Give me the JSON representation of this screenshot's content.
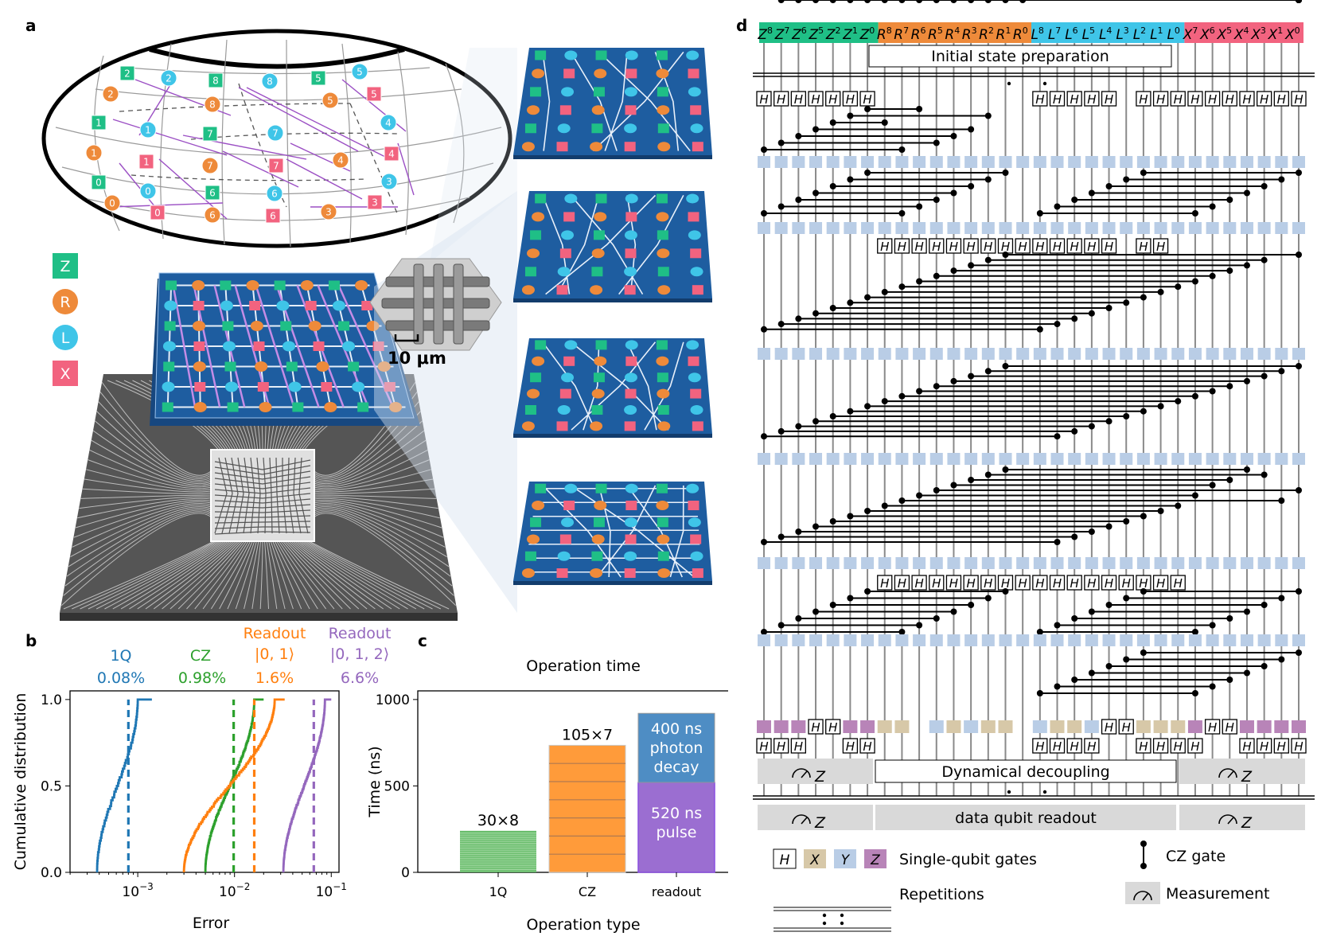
{
  "panels": {
    "a": "a",
    "b": "b",
    "c": "c",
    "d": "d"
  },
  "colors": {
    "Z": "#1fbf86",
    "R": "#ee8a3a",
    "L": "#3fc5e8",
    "X": "#f2637f",
    "chip_blue": "#1e5da0",
    "chip_purple": "#c48ce6",
    "gray_chip": "#5b5b5b",
    "cz_green": "#2ca02c",
    "cz_orange": "#ff8c1a",
    "c_purple": "#9b6ed1",
    "c_blue": "#4e8dc4",
    "b_blue": "#1f77b4",
    "b_green": "#2ca02c",
    "b_orange": "#ff7f0e",
    "b_purple": "#9467bd",
    "dd_blue": "#b9cde6",
    "gate_X": "#d7c8a8",
    "gate_Y": "#b9cde6",
    "gate_Z": "#b884b8",
    "meas_gray": "#d9d9d9"
  },
  "panel_a": {
    "legend": [
      {
        "key": "Z",
        "label": "Z",
        "shape": "square"
      },
      {
        "key": "R",
        "label": "R",
        "shape": "circle"
      },
      {
        "key": "L",
        "label": "L",
        "shape": "circle"
      },
      {
        "key": "X",
        "label": "X",
        "shape": "square"
      }
    ],
    "scale_bar": "10 μm",
    "torus_nodes": [
      {
        "t": "Z",
        "v": "2"
      },
      {
        "t": "L",
        "v": "2"
      },
      {
        "t": "Z",
        "v": "8"
      },
      {
        "t": "L",
        "v": "8"
      },
      {
        "t": "Z",
        "v": "5"
      },
      {
        "t": "L",
        "v": "5"
      },
      {
        "t": "R",
        "v": "2"
      },
      {
        "t": "R",
        "v": "8"
      },
      {
        "t": "R",
        "v": "5"
      },
      {
        "t": "X",
        "v": "5"
      },
      {
        "t": "Z",
        "v": "1"
      },
      {
        "t": "L",
        "v": "1"
      },
      {
        "t": "Z",
        "v": "7"
      },
      {
        "t": "L",
        "v": "7"
      },
      {
        "t": "L",
        "v": "4"
      },
      {
        "t": "R",
        "v": "1"
      },
      {
        "t": "X",
        "v": "1"
      },
      {
        "t": "R",
        "v": "7"
      },
      {
        "t": "X",
        "v": "7"
      },
      {
        "t": "R",
        "v": "4"
      },
      {
        "t": "X",
        "v": "4"
      },
      {
        "t": "Z",
        "v": "0"
      },
      {
        "t": "L",
        "v": "0"
      },
      {
        "t": "Z",
        "v": "6"
      },
      {
        "t": "L",
        "v": "6"
      },
      {
        "t": "L",
        "v": "3"
      },
      {
        "t": "R",
        "v": "0"
      },
      {
        "t": "X",
        "v": "0"
      },
      {
        "t": "R",
        "v": "6"
      },
      {
        "t": "X",
        "v": "6"
      },
      {
        "t": "R",
        "v": "3"
      },
      {
        "t": "X",
        "v": "3"
      }
    ]
  },
  "panel_b": {
    "ylabel": "Cumulative distribution",
    "xlabel": "Error",
    "yticks": [
      "0.0",
      "0.5",
      "1.0"
    ],
    "xticks": [
      {
        "base": "10",
        "exp": "−3"
      },
      {
        "base": "10",
        "exp": "−2"
      },
      {
        "base": "10",
        "exp": "−1"
      }
    ],
    "headers": [
      {
        "name": "1Q",
        "value": "0.08%",
        "color_key": "b_blue"
      },
      {
        "name": "CZ",
        "value": "0.98%",
        "color_key": "b_green"
      },
      {
        "name": "Readout",
        "sub": "|0, 1⟩",
        "value": "1.6%",
        "color_key": "b_orange"
      },
      {
        "name": "Readout",
        "sub": "|0, 1, 2⟩",
        "value": "6.6%",
        "color_key": "b_purple"
      }
    ]
  },
  "panel_c": {
    "title": "Operation time",
    "ylabel": "Time (ns)",
    "xlabel": "Operation type",
    "yticks": [
      "0",
      "500",
      "1000"
    ],
    "bars": [
      {
        "category": "1Q",
        "label": "30×8",
        "value": 240
      },
      {
        "category": "CZ",
        "label": "105×7",
        "value": 735
      },
      {
        "category": "readout",
        "segments": [
          {
            "label": "520 ns pulse",
            "value": 520
          },
          {
            "label": "400 ns photon decay",
            "value": 400
          }
        ]
      }
    ],
    "seg_text": {
      "pulse_1": "520 ns",
      "pulse_2": "pulse",
      "decay_1": "400 ns",
      "decay_2": "photon",
      "decay_3": "decay"
    }
  },
  "panel_d": {
    "headers": {
      "Z": [
        {
          "b": "Z",
          "e": "8"
        },
        {
          "b": "Z",
          "e": "7"
        },
        {
          "b": "Z",
          "e": "6"
        },
        {
          "b": "Z",
          "e": "5"
        },
        {
          "b": "Z",
          "e": "2"
        },
        {
          "b": "Z",
          "e": "1"
        },
        {
          "b": "Z",
          "e": "0"
        }
      ],
      "R": [
        {
          "b": "R",
          "e": "8"
        },
        {
          "b": "R",
          "e": "7"
        },
        {
          "b": "R",
          "e": "6"
        },
        {
          "b": "R",
          "e": "5"
        },
        {
          "b": "R",
          "e": "4"
        },
        {
          "b": "R",
          "e": "3"
        },
        {
          "b": "R",
          "e": "2"
        },
        {
          "b": "R",
          "e": "1"
        },
        {
          "b": "R",
          "e": "0"
        }
      ],
      "L": [
        {
          "b": "L",
          "e": "8"
        },
        {
          "b": "L",
          "e": "7"
        },
        {
          "b": "L",
          "e": "6"
        },
        {
          "b": "L",
          "e": "5"
        },
        {
          "b": "L",
          "e": "4"
        },
        {
          "b": "L",
          "e": "3"
        },
        {
          "b": "L",
          "e": "2"
        },
        {
          "b": "L",
          "e": "1"
        },
        {
          "b": "L",
          "e": "0"
        }
      ],
      "X": [
        {
          "b": "X",
          "e": "7"
        },
        {
          "b": "X",
          "e": "6"
        },
        {
          "b": "X",
          "e": "5"
        },
        {
          "b": "X",
          "e": "4"
        },
        {
          "b": "X",
          "e": "3"
        },
        {
          "b": "X",
          "e": "1"
        },
        {
          "b": "X",
          "e": "0"
        }
      ]
    },
    "init_label": "Initial state preparation",
    "dd_label": "Dynamical decoupling",
    "readout_label": "data qubit readout",
    "meas_z": "Z",
    "h": "H",
    "legend": {
      "gates": [
        "H",
        "X",
        "Y",
        "Z"
      ],
      "single_qubit": "Single-qubit gates",
      "cz": "CZ gate",
      "repetitions": "Repetitions",
      "measurement": "Measurement"
    }
  }
}
